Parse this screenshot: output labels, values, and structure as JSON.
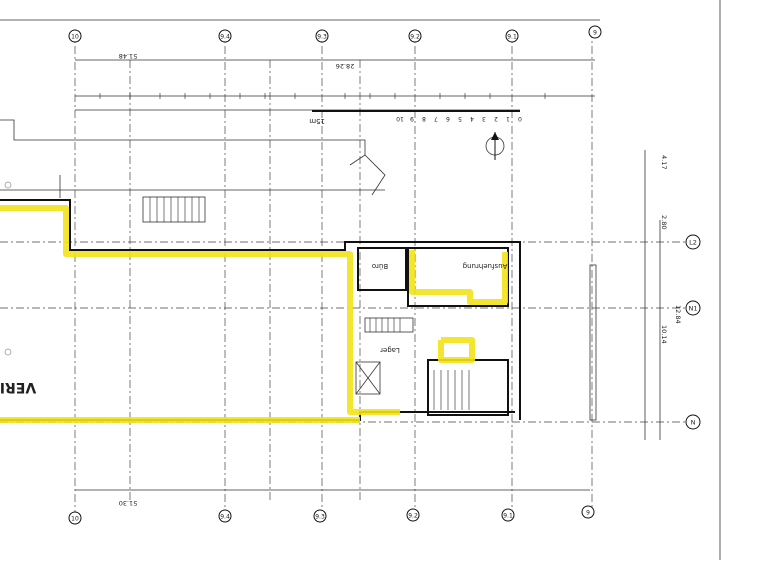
{
  "grid_labels": [
    "10",
    "9.4",
    "9.3",
    "9.2",
    "9.1",
    "9"
  ],
  "dimension_labels": {
    "top_total": "51.48",
    "top_mid": "28.26",
    "bottom_total": "51.30",
    "right_upper": "4.17",
    "right_mid": "2.80",
    "right_total": "12.84",
    "right_sub": "10.14"
  },
  "scale_bar": {
    "unit_label": "15m",
    "ticks": [
      "10",
      "9",
      "8",
      "7",
      "6",
      "5",
      "4",
      "3",
      "2",
      "1",
      "0"
    ]
  },
  "axis_markers": [
    "L2",
    "N1",
    "N"
  ],
  "room_labels": {
    "buero": "Büro",
    "ausfuehrung": "Ausfuehrung",
    "lager": "Lager",
    "verkauf_partial": "VERI"
  }
}
